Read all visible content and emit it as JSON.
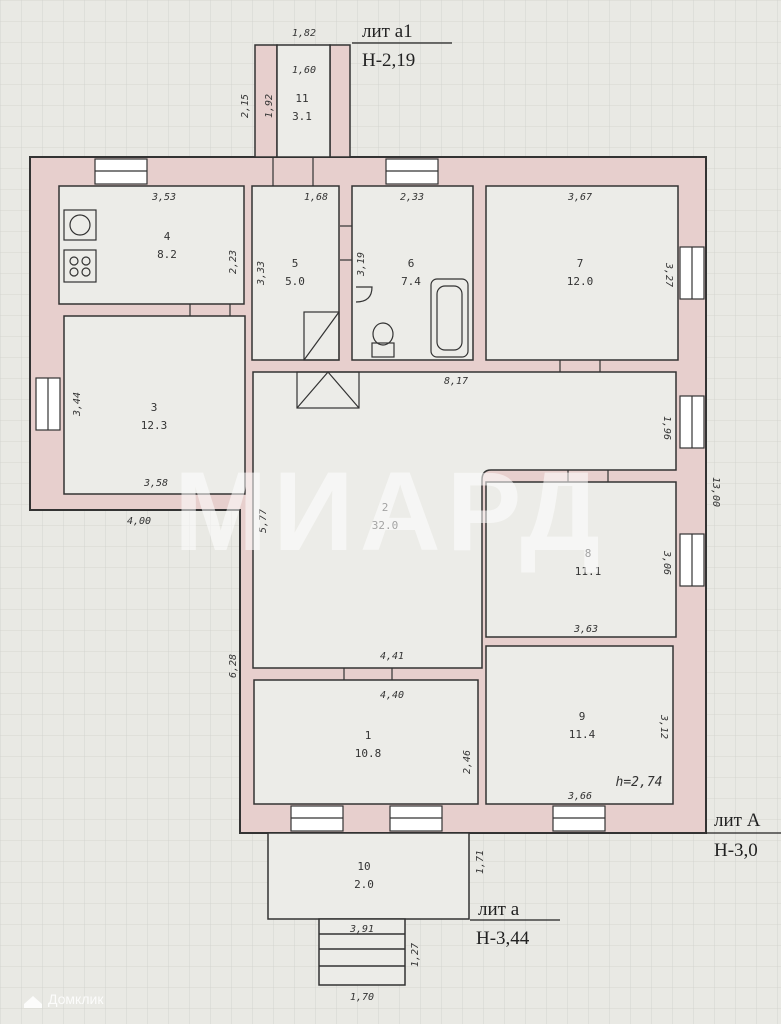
{
  "labels": {
    "lit_a1": "лит а1",
    "h_a1": "Н-2,19",
    "lit_A": "лит А",
    "h_A": "Н-3,0",
    "lit_a": "лит а",
    "h_a": "Н-3,44",
    "watermark": "МИАРД",
    "footer_logo": "Домклик"
  },
  "rooms": [
    {
      "num": "1",
      "area": "10.8"
    },
    {
      "num": "2",
      "area": "32.0"
    },
    {
      "num": "3",
      "area": "12.3"
    },
    {
      "num": "4",
      "area": "8.2"
    },
    {
      "num": "5",
      "area": "5.0"
    },
    {
      "num": "6",
      "area": "7.4"
    },
    {
      "num": "7",
      "area": "12.0"
    },
    {
      "num": "8",
      "area": "11.1"
    },
    {
      "num": "9",
      "area": "11.4"
    },
    {
      "num": "10",
      "area": "2.0"
    },
    {
      "num": "11",
      "area": "3.1"
    }
  ],
  "dims": [
    "1,82",
    "1,60",
    "2,15",
    "1,92",
    "3,53",
    "1,68",
    "2,33",
    "3,67",
    "2,23",
    "3,33",
    "3,19",
    "3,27",
    "3,44",
    "3,58",
    "4,00",
    "8,17",
    "1,96",
    "13,00",
    "5,77",
    "3,06",
    "3,63",
    "4,41",
    "4,40",
    "6,28",
    "2,46",
    "3,12",
    "3,66",
    "h=2,74",
    "1,71",
    "3,91",
    "1,27",
    "1,70"
  ],
  "colors": {
    "wall_fill": "#e7cfcd",
    "line": "#333333",
    "paper": "#e9e9e4"
  }
}
